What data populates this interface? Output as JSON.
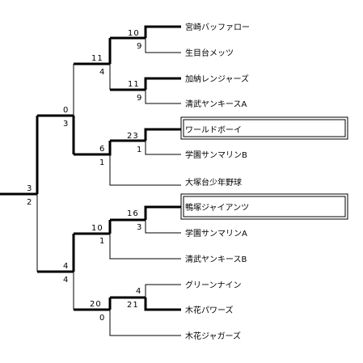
{
  "teams": [
    "宮崎バッファロー",
    "生目台メッツ",
    "加納レンジャーズ",
    "清武ヤンキースA",
    "ワールドボーイ",
    "学園サンマリンB",
    "大塚台少年野球",
    "鴨塚ジャイアンツ",
    "学園サンマリンA",
    "清武ヤンキースB",
    "グリーンナイン",
    "木花パワーズ",
    "木花ジャガーズ"
  ],
  "highlighted_teams": [
    "ワールドボーイ",
    "鴨塚ジャイアンツ"
  ],
  "scores": {
    "r1_q1a": [
      "10",
      "9"
    ],
    "r1_q1b": [
      "11",
      "9"
    ],
    "r1_q2": [
      "23",
      "1"
    ],
    "r1_q3": [
      "16",
      "3"
    ],
    "r1_q4": [
      "4",
      "21"
    ],
    "r2_top": [
      "11",
      "4"
    ],
    "r2_q2": [
      "6",
      "1"
    ],
    "r2_q3": [
      "10",
      "1"
    ],
    "r2_q4": [
      "20",
      "0"
    ],
    "semi_top": [
      "0",
      "3"
    ],
    "semi_bottom": [
      "4",
      "4"
    ],
    "final": [
      "3",
      "2"
    ]
  }
}
